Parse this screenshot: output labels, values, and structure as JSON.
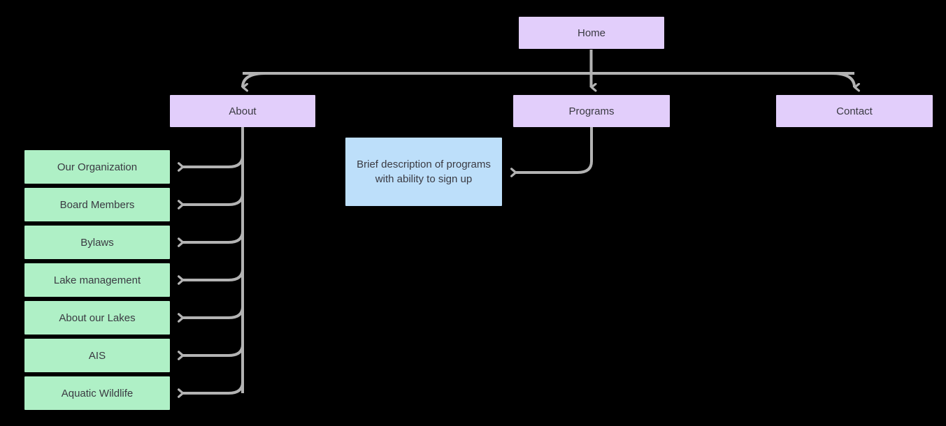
{
  "diagram": {
    "type": "sitemap-flowchart",
    "background_color": "#000000",
    "connector_color": "#b3b3b3",
    "text_color": "#3a3a42",
    "colors": {
      "purple": "#e2cefb",
      "green": "#aff0c6",
      "blue": "#bddffa"
    },
    "root": {
      "label": "Home"
    },
    "top_level": [
      {
        "label": "About"
      },
      {
        "label": "Programs"
      },
      {
        "label": "Contact"
      }
    ],
    "about_children": [
      {
        "label": "Our Organization"
      },
      {
        "label": "Board Members"
      },
      {
        "label": "Bylaws"
      },
      {
        "label": "Lake management"
      },
      {
        "label": "About our Lakes"
      },
      {
        "label": "AIS"
      },
      {
        "label": "Aquatic Wildlife"
      }
    ],
    "programs_children": [
      {
        "label": "Brief description of programs with ability to sign up"
      }
    ]
  }
}
